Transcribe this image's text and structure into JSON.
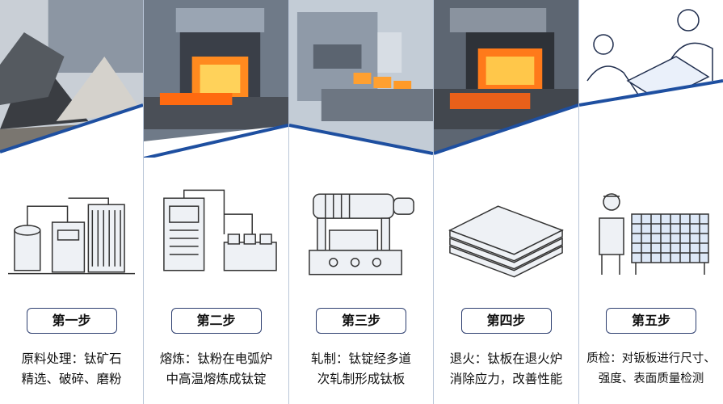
{
  "colors": {
    "accent": "#1e4fa0",
    "border": "#2e3f70",
    "fire": "#ff7a1a"
  },
  "steps": [
    {
      "label": "第一步",
      "line1": "原料处理：钛矿石",
      "line2": "精选、破碎、磨粉",
      "photo": "ore-piles",
      "icon": "processing-equipment-icon"
    },
    {
      "label": "第二步",
      "line1": "熔炼：钛粉在电弧炉",
      "line2": "中高温熔炼成钛锭",
      "photo": "arc-furnace",
      "icon": "furnace-icon"
    },
    {
      "label": "第三步",
      "line1": "轧制：钛锭经多道",
      "line2": "次轧制形成钛板",
      "photo": "rolling-mill",
      "icon": "rolling-mill-icon"
    },
    {
      "label": "第四步",
      "line1": "退火：钛板在退火炉",
      "line2": "消除应力，改善性能",
      "photo": "annealing-furnace",
      "icon": "plate-stack-icon"
    },
    {
      "label": "第五步",
      "line1": "质检：对钣板进行尺寸、",
      "line2": "强度、表面质量检测",
      "photo": "inspector",
      "icon": "inspector-icon"
    }
  ]
}
